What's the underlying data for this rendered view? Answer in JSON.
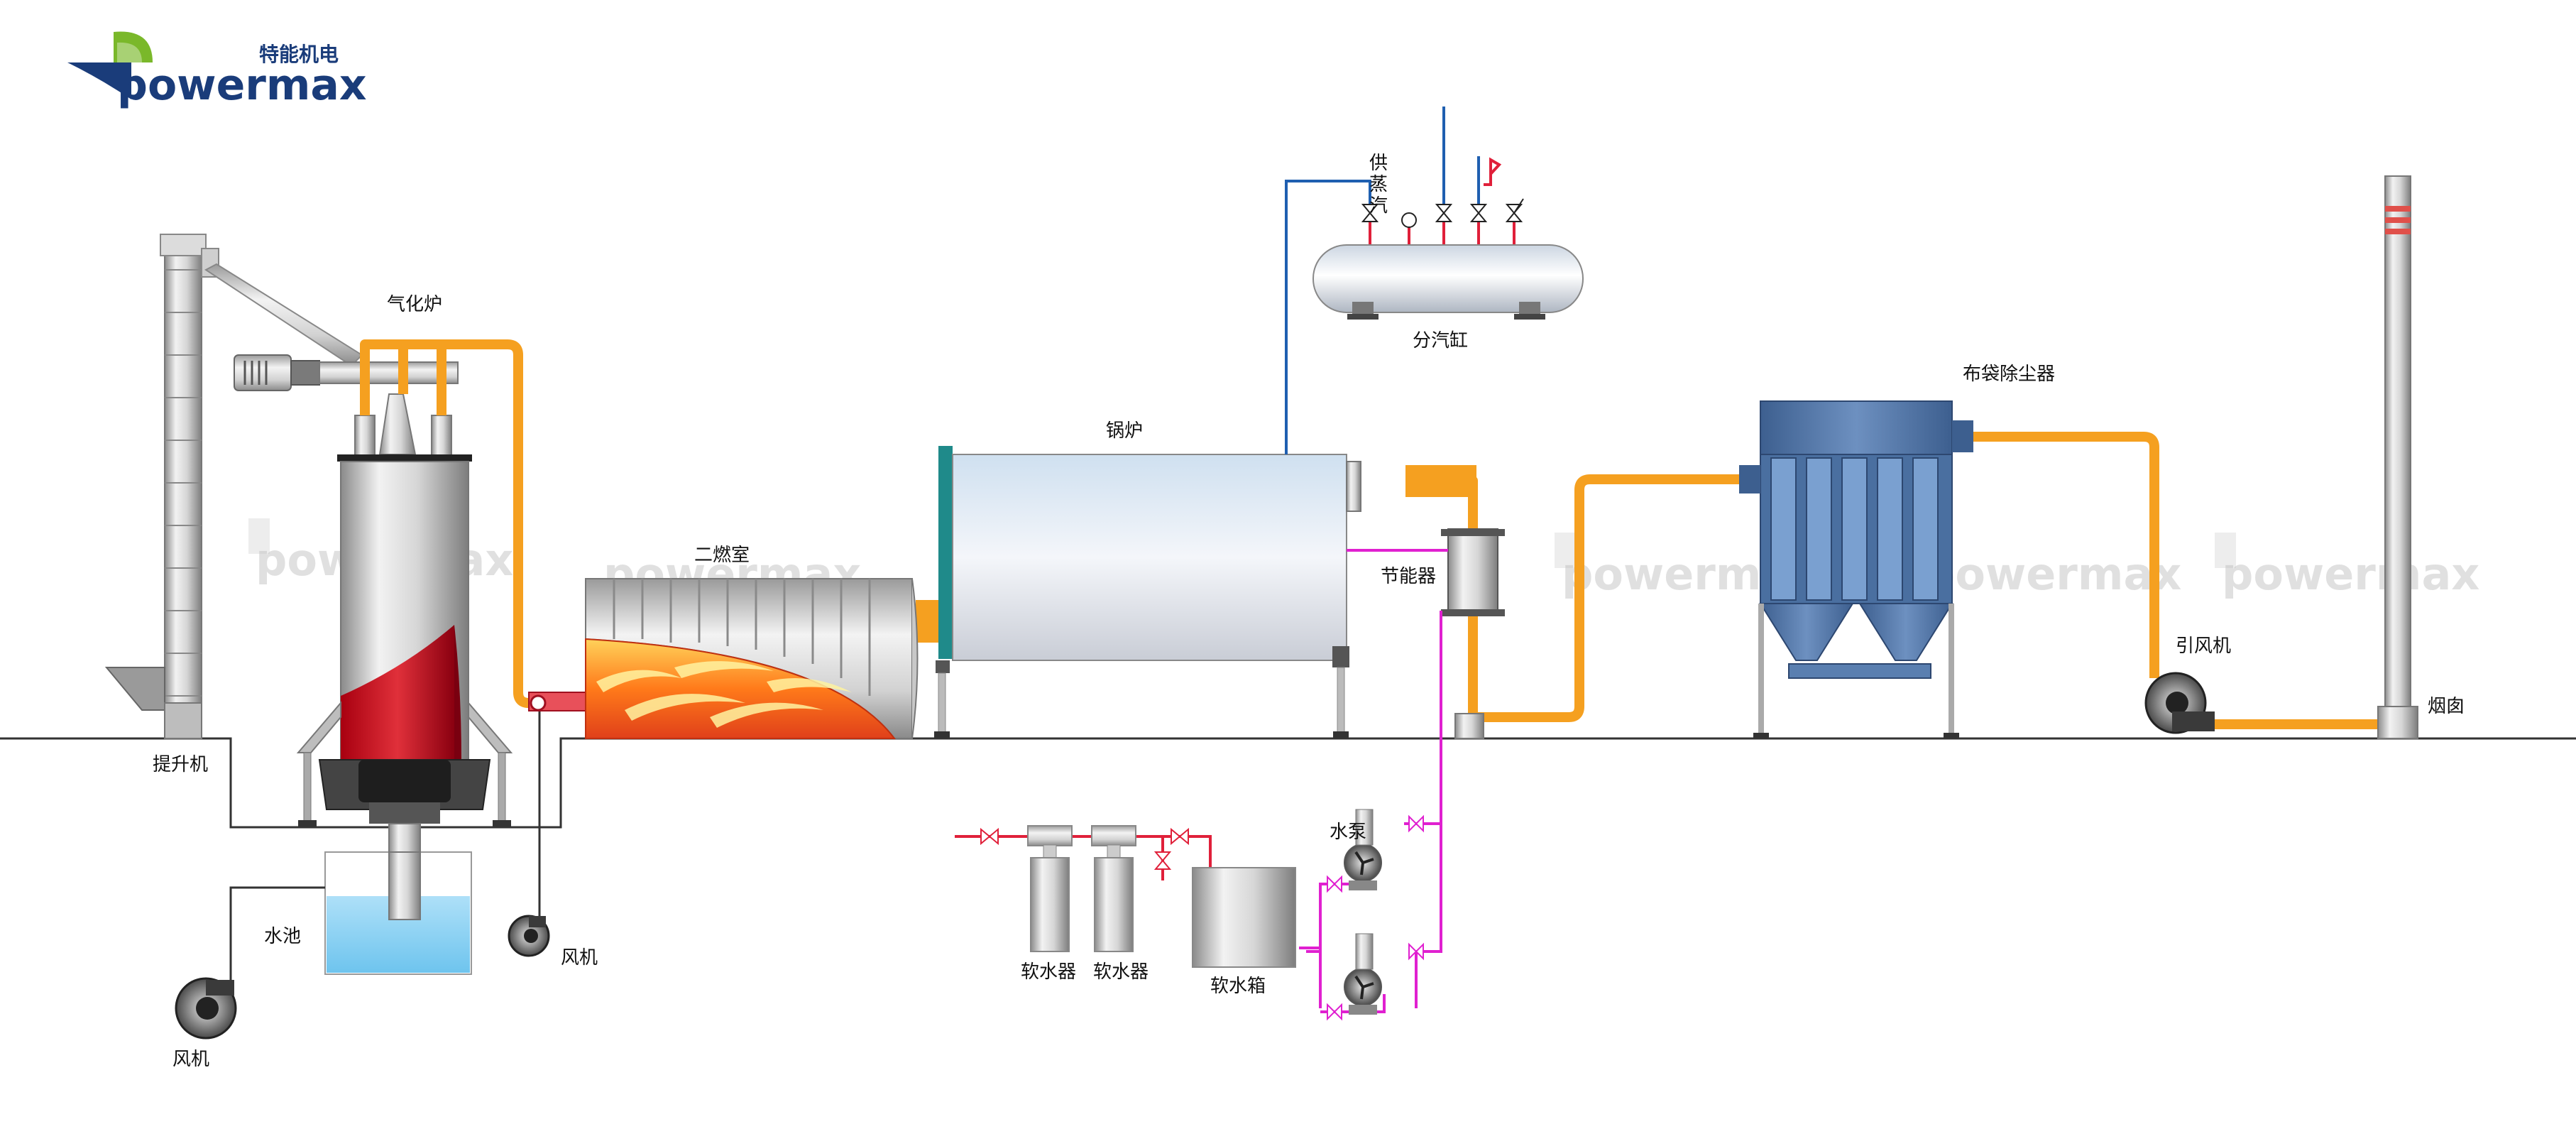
{
  "logo": {
    "en": "powermax",
    "cn": "特能机电"
  },
  "watermark": "powermax",
  "labels": {
    "elevator": "提升机",
    "gasifier": "气化炉",
    "water_pool": "水池",
    "fan_left": "风机",
    "fan_mid": "风机",
    "secondary_chamber": "二燃室",
    "boiler": "锅炉",
    "steam_supply": "供蒸汽",
    "steam_header": "分汽缸",
    "economizer": "节能器",
    "softener_1": "软水器",
    "softener_2": "软水器",
    "soft_tank": "软水箱",
    "water_pump": "水泵",
    "bag_filter": "布袋除尘器",
    "id_fan": "引风机",
    "chimney": "烟囱"
  },
  "colors": {
    "flue_pipe": "#f5a020",
    "water_pipe": "#e020d0",
    "steam_pipe": "#1f5fb0",
    "red_pipe": "#e0203a",
    "vessel_blue": "#4a6fa0",
    "logo_blue": "#1a3c7a",
    "logo_green": "#7ab82a"
  }
}
